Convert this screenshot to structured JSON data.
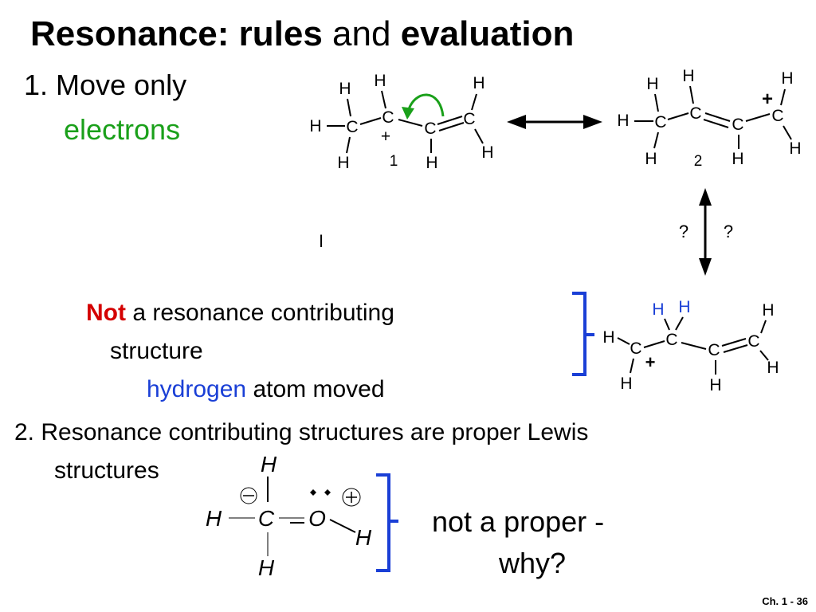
{
  "title": {
    "part1": "Resonance: rules",
    "part2": "and",
    "part3": "evaluation"
  },
  "rule1": {
    "line1": "1. Move only",
    "line2": "electrons"
  },
  "not_resonance": {
    "not": "Not",
    "text1": "a resonance contributing",
    "text2": "structure",
    "hydrogen": "hydrogen",
    "text3": "atom moved"
  },
  "rule2": {
    "line1": "2. Resonance contributing structures are proper Lewis",
    "line2": "structures"
  },
  "not_proper": {
    "line1": "not a proper -",
    "line2": "why?"
  },
  "question_marks": {
    "left": "?",
    "right": "?"
  },
  "labels": {
    "one": "1",
    "two": "2",
    "plus": "+",
    "minus": "−"
  },
  "atoms": {
    "C": "C",
    "H": "H",
    "O": "O"
  },
  "stray_mark": "I",
  "slide_number": "Ch. 1 - 36",
  "colors": {
    "green": "#1aa01a",
    "red": "#d40000",
    "blue": "#1a3fd6"
  }
}
